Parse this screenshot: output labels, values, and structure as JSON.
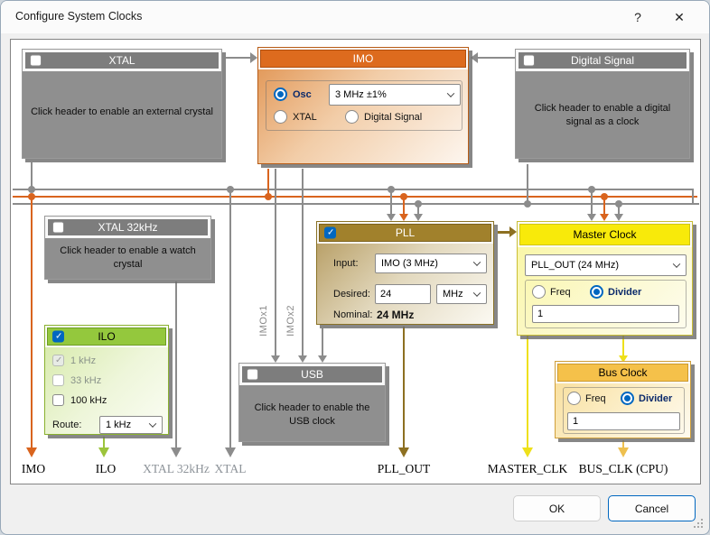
{
  "window": {
    "title": "Configure System Clocks",
    "help": "?",
    "close": "✕"
  },
  "colors": {
    "accent_blue": "#0067c0",
    "wire_gray": "#8c8c8c",
    "wire_imo_orange": "#d9641e",
    "wire_ilo_green": "#9cc43c",
    "wire_pll_gold": "#8d7021",
    "wire_master_yellow": "#eee01a",
    "wire_bus_amber": "#eec04f",
    "header_gray": "#7d7d7d",
    "header_imo": "#dd6b1e",
    "header_ilo": "#94c83d",
    "header_pll": "#a1812c",
    "header_master": "#f8ea0a",
    "header_bus": "#f5c14a"
  },
  "boxes": {
    "xtal": {
      "title": "XTAL",
      "note": "Click header to enable an external crystal"
    },
    "imo": {
      "title": "IMO",
      "osc": "Osc",
      "osc_value": "3 MHz  ±1%",
      "xtal": "XTAL",
      "digital": "Digital Signal"
    },
    "digital": {
      "title": "Digital Signal",
      "note": "Click header to enable a digital signal as a clock"
    },
    "xtal32": {
      "title": "XTAL 32kHz",
      "note": "Click header to enable a watch crystal"
    },
    "ilo": {
      "title": "ILO",
      "freq_1k": "1 kHz",
      "freq_33k": "33 kHz",
      "freq_100k": "100 kHz",
      "route_label": "Route:",
      "route_value": "1 kHz"
    },
    "usb": {
      "title": "USB",
      "note": "Click header to enable the USB clock"
    },
    "pll": {
      "title": "PLL",
      "input_label": "Input:",
      "input_value": "IMO (3 MHz)",
      "desired_label": "Desired:",
      "desired_value": "24",
      "desired_unit": "MHz",
      "nominal_label": "Nominal:",
      "nominal_value": "24 MHz"
    },
    "master": {
      "title": "Master Clock",
      "source_value": "PLL_OUT (24 MHz)",
      "freq": "Freq",
      "divider": "Divider",
      "divider_value": "1"
    },
    "bus": {
      "title": "Bus Clock",
      "freq": "Freq",
      "divider": "Divider",
      "divider_value": "1"
    }
  },
  "wire_labels": {
    "imox1": "IMOx1",
    "imox2": "IMOx2"
  },
  "outputs": [
    {
      "label": "IMO"
    },
    {
      "label": "ILO"
    },
    {
      "label": "XTAL 32kHz"
    },
    {
      "label": "XTAL"
    },
    {
      "label": "PLL_OUT"
    },
    {
      "label": "MASTER_CLK"
    },
    {
      "label": "BUS_CLK (CPU)"
    }
  ],
  "footer": {
    "ok": "OK",
    "cancel": "Cancel"
  }
}
